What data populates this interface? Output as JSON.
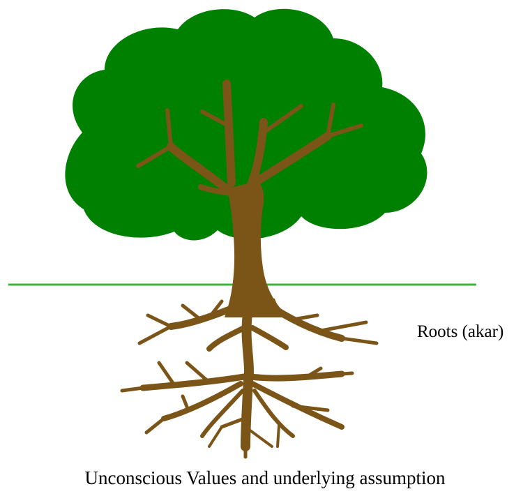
{
  "labels": {
    "roots": "Roots (akar)",
    "caption": "Unconscious Values and underlying assumption"
  },
  "colors": {
    "canopy": "#008000",
    "trunk": "#7b5418",
    "ground_line": "#3cb43c",
    "text": "#000000"
  },
  "parts": {
    "canopy": "canopy",
    "trunk": "trunk-and-branches",
    "roots": "roots",
    "ground": "ground-line"
  }
}
